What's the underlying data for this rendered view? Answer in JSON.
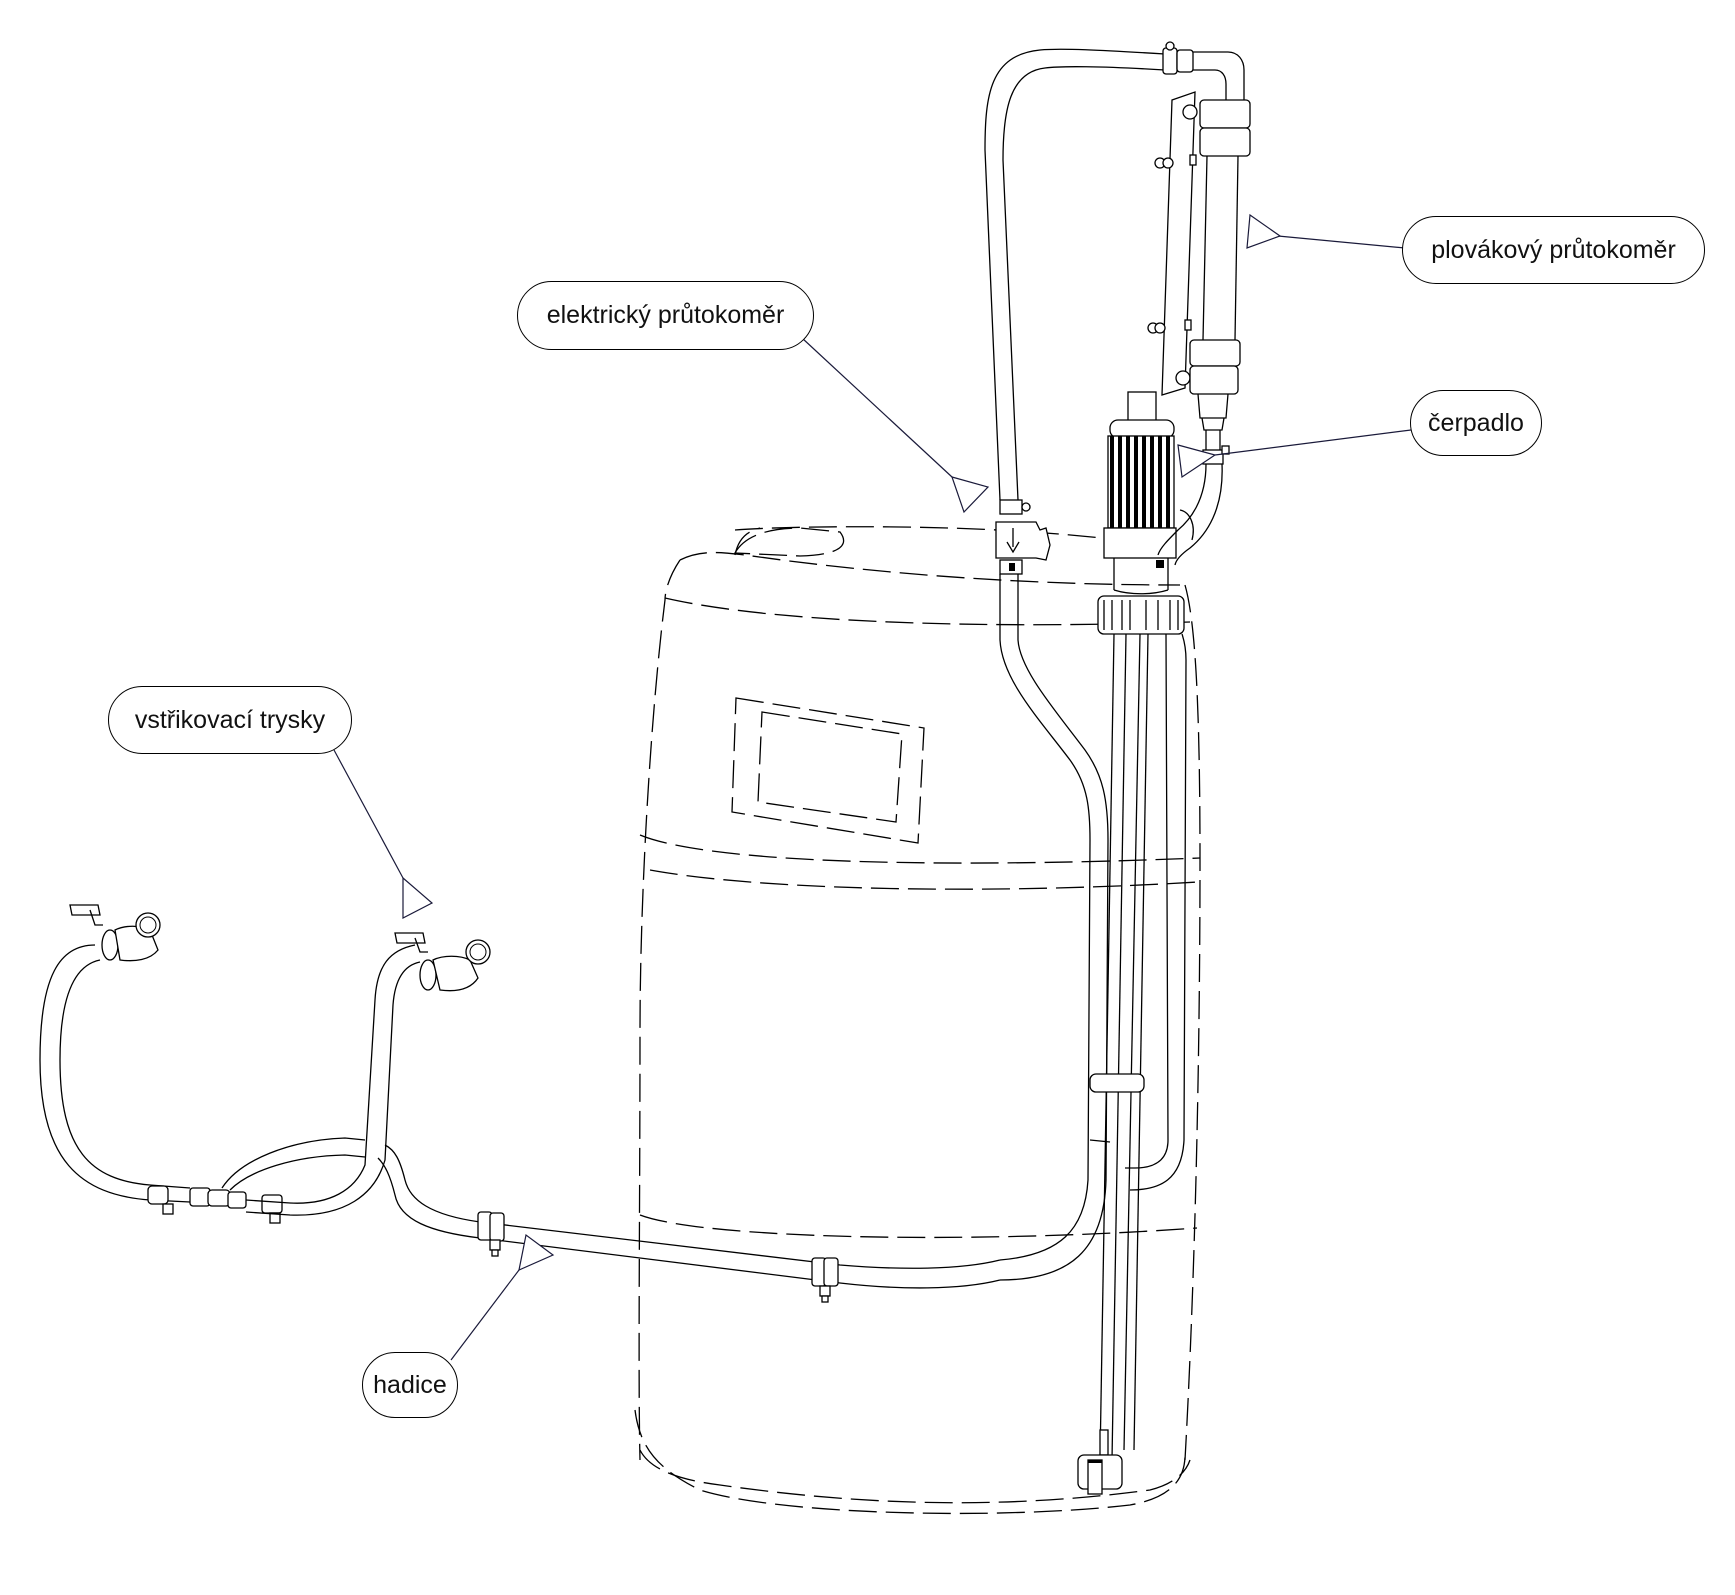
{
  "diagram": {
    "subject": "sprayer tank assembly",
    "labels": {
      "float_flowmeter": "plovákový průtokoměr",
      "electric_flowmeter": "elektrický průtokoměr",
      "pump": "čerpadlo",
      "spray_nozzles": "vstřikovací trysky",
      "hose": "hadice"
    },
    "line_color": "#000000",
    "leader_color": "#1a1a3a",
    "background": "#ffffff"
  }
}
